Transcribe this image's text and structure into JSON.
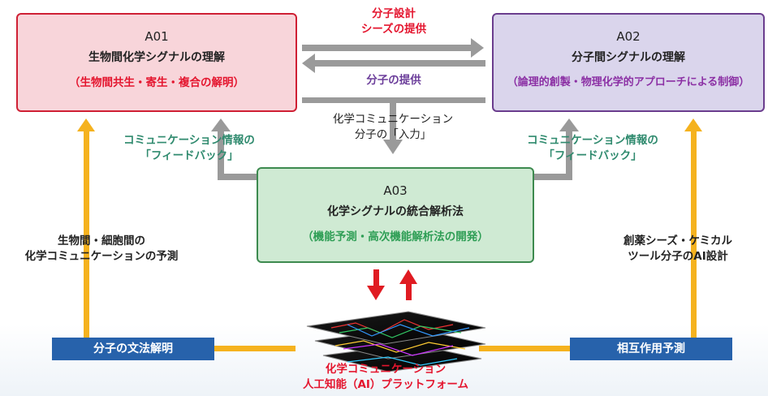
{
  "a01": {
    "code": "A01",
    "title": "生物間化学シグナルの理解",
    "sub": "（生物間共生・寄生・複合の解明）"
  },
  "a02": {
    "code": "A02",
    "title": "分子間シグナルの理解",
    "sub": "（論理的創製・物理化学的アプローチによる制御）"
  },
  "a03": {
    "code": "A03",
    "title": "化学シグナルの統合解析法",
    "sub": "（機能予測・高次機能解析法の開発）"
  },
  "labels": {
    "seeds_l1": "分子設計",
    "seeds_l2": "シーズの提供",
    "supply": "分子の提供",
    "input_l1": "化学コミュニケーション",
    "input_l2": "分子の「入力」",
    "feedback_left_l1": "コミュニケーション情報の",
    "feedback_left_l2": "「フィードバック」",
    "feedback_right_l1": "コミュニケーション情報の",
    "feedback_right_l2": "「フィードバック」",
    "predict_l1": "生物間・細胞間の",
    "predict_l2": "化学コミュニケーションの予測",
    "drug_l1": "創薬シーズ・ケミカル",
    "drug_l2": "ツール分子のAI設計",
    "platform_l1": "化学コミュニケーション",
    "platform_l2": "人工知能（AI）プラットフォーム"
  },
  "blue_boxes": {
    "left": "分子の文法解明",
    "right": "相互作用予測"
  },
  "colors": {
    "arrow_gray": "#9a9a9a",
    "arrow_yellow": "#f5b21e",
    "arrow_red": "#e01b22",
    "blue": "#2762ab"
  }
}
